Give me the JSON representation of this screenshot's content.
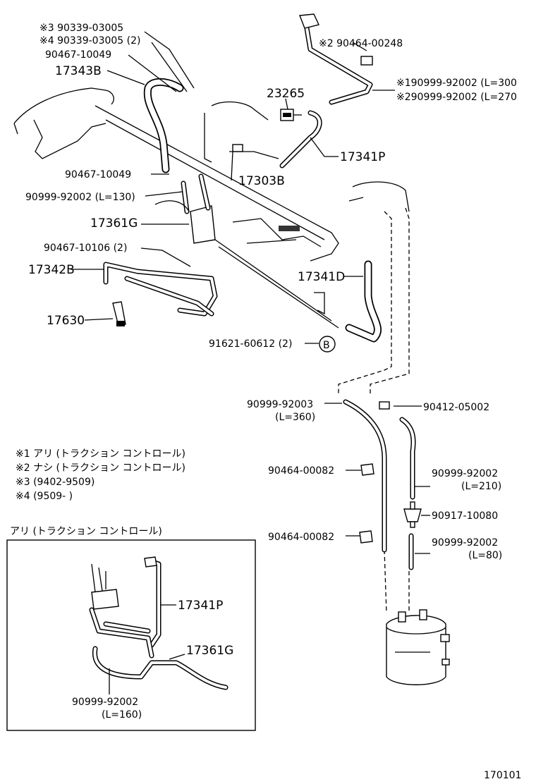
{
  "callouts": [
    {
      "id": "c1",
      "text": "※3 90339-03005"
    },
    {
      "id": "c2",
      "text": "※4 90339-03005 (2)"
    },
    {
      "id": "c3",
      "text": "90467-10049"
    },
    {
      "id": "c4",
      "text": "17343B"
    },
    {
      "id": "c5",
      "text": "※2 90464-00248"
    },
    {
      "id": "c6",
      "text": "※190999-92002 (L=300"
    },
    {
      "id": "c7",
      "text": "※290999-92002 (L=270"
    },
    {
      "id": "c8",
      "text": "23265"
    },
    {
      "id": "c9",
      "text": "17341P"
    },
    {
      "id": "c10",
      "text": "90467-10049"
    },
    {
      "id": "c11",
      "text": "17303B"
    },
    {
      "id": "c12",
      "text": "90999-92002 (L=130)"
    },
    {
      "id": "c13",
      "text": "17361G"
    },
    {
      "id": "c14",
      "text": "90467-10106 (2)"
    },
    {
      "id": "c15",
      "text": "17342B"
    },
    {
      "id": "c16",
      "text": "17341D"
    },
    {
      "id": "c17",
      "text": "17630"
    },
    {
      "id": "c18",
      "text": "91621-60612 (2)"
    },
    {
      "id": "c19",
      "text": "B"
    },
    {
      "id": "c20",
      "text": "90999-92003"
    },
    {
      "id": "c21",
      "text": "(L=360)"
    },
    {
      "id": "c22",
      "text": "90412-05002"
    },
    {
      "id": "c23",
      "text": "90464-00082"
    },
    {
      "id": "c24",
      "text": "90999-92002"
    },
    {
      "id": "c25",
      "text": "(L=210)"
    },
    {
      "id": "c26",
      "text": "90917-10080"
    },
    {
      "id": "c27",
      "text": "90464-00082"
    },
    {
      "id": "c28",
      "text": "90999-92002"
    },
    {
      "id": "c29",
      "text": "(L=80)"
    }
  ],
  "notes": [
    "※1 アリ (トラクション コントロール)",
    "※2 ナシ (トラクション コントロール)",
    "※3 (9402-9509)",
    "※4 (9509-        )"
  ],
  "inset": {
    "title": "アリ (トラクション コントロール)",
    "labels": [
      "17341P",
      "17361G",
      "90999-92002",
      "(L=160)"
    ]
  },
  "figure_number": "170101"
}
